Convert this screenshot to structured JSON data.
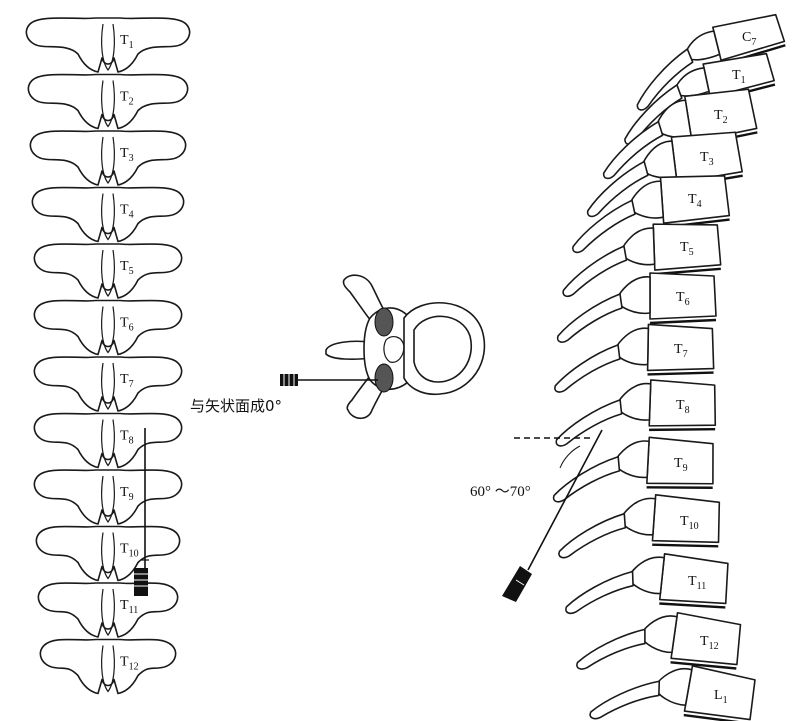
{
  "posterior_view": {
    "labels": [
      {
        "main": "T",
        "sub": "1"
      },
      {
        "main": "T",
        "sub": "2"
      },
      {
        "main": "T",
        "sub": "3"
      },
      {
        "main": "T",
        "sub": "4"
      },
      {
        "main": "T",
        "sub": "5"
      },
      {
        "main": "T",
        "sub": "6"
      },
      {
        "main": "T",
        "sub": "7"
      },
      {
        "main": "T",
        "sub": "8"
      },
      {
        "main": "T",
        "sub": "9"
      },
      {
        "main": "T",
        "sub": "10"
      },
      {
        "main": "T",
        "sub": "11"
      },
      {
        "main": "T",
        "sub": "12"
      }
    ]
  },
  "axial_view": {
    "annotation": "与矢状面成0°"
  },
  "lateral_view": {
    "labels": [
      {
        "main": "C",
        "sub": "7"
      },
      {
        "main": "T",
        "sub": "1"
      },
      {
        "main": "T",
        "sub": "2"
      },
      {
        "main": "T",
        "sub": "3"
      },
      {
        "main": "T",
        "sub": "4"
      },
      {
        "main": "T",
        "sub": "5"
      },
      {
        "main": "T",
        "sub": "6"
      },
      {
        "main": "T",
        "sub": "7"
      },
      {
        "main": "T",
        "sub": "8"
      },
      {
        "main": "T",
        "sub": "9"
      },
      {
        "main": "T",
        "sub": "10"
      },
      {
        "main": "T",
        "sub": "11"
      },
      {
        "main": "T",
        "sub": "12"
      },
      {
        "main": "L",
        "sub": "1"
      }
    ],
    "angle_annotation": "60° ～70°"
  }
}
